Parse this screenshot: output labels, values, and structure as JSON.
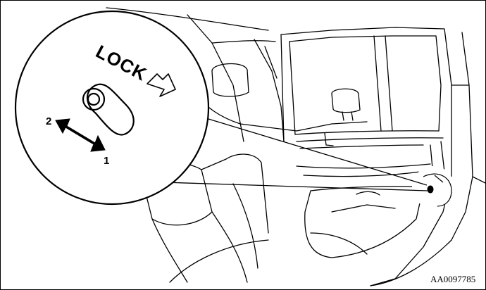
{
  "diagram": {
    "lock_label": "LOCK",
    "position_1": "1",
    "position_2": "2",
    "figure_code": "AA0097785"
  }
}
